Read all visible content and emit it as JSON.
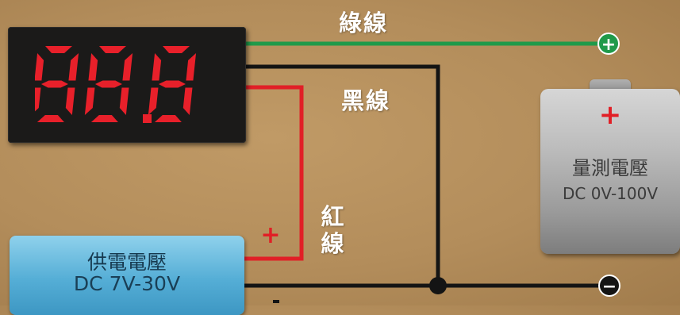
{
  "display": {
    "reading": "88.8",
    "segment_color": "#e8202a"
  },
  "wires": {
    "green_label": "綠線",
    "black_label": "黑線",
    "red_label": "紅線",
    "green_color": "#1f9a4a",
    "black_color": "#141414",
    "red_color": "#e11f26"
  },
  "supply": {
    "title": "供電電壓",
    "range": "DC 7V-30V",
    "plus_mark": "+"
  },
  "measured": {
    "title": "量測電壓",
    "range": "DC 0V-100V",
    "plus_mark": "+"
  },
  "terminals": {
    "positive": "+",
    "negative": "−"
  }
}
